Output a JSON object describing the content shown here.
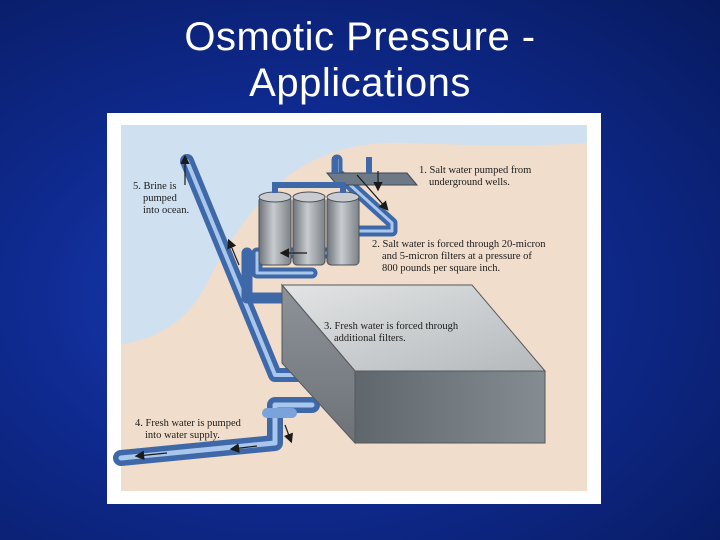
{
  "slide": {
    "title_line1": "Osmotic Pressure -",
    "title_line2": "Applications"
  },
  "diagram": {
    "captions": {
      "step1_line1": "1. Salt water pumped from",
      "step1_line2": "underground wells.",
      "step2_line1": "2. Salt water is forced through 20-micron",
      "step2_line2": "and 5-micron filters at a pressure of",
      "step2_line3": "800 pounds per square inch.",
      "step3_line1": "3. Fresh water is forced through",
      "step3_line2": "additional filters.",
      "step4_line1": "4. Fresh water is pumped",
      "step4_line2": "into water supply.",
      "step5_line1": "5. Brine is",
      "step5_line2": "pumped",
      "step5_line3": "into ocean."
    },
    "colors": {
      "ocean": "#cfe0f1",
      "land": "#f0ddcc",
      "pipe": "#7aa3dc",
      "pipe_edge": "#3f68a8",
      "tank": "#9aa0a6",
      "block_top": "#c9ccce",
      "block_side": "#6f767c"
    }
  }
}
